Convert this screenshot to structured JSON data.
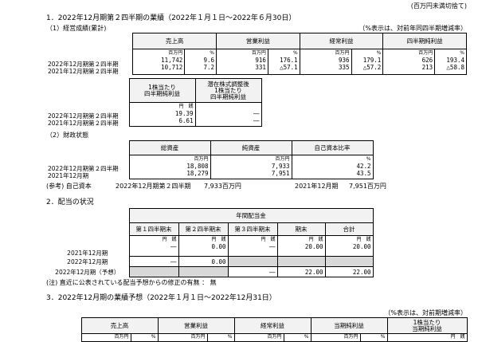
{
  "unit_note": "(百万円未満切捨て)",
  "section1": {
    "title": "1．2022年12月期第２四半期の業績（2022年１月１日～2022年６月30日）",
    "sub1": {
      "title": "（1）経営成績(累計)",
      "note": "（%表示は、対前年同四半期増減率）",
      "headers": [
        "売上高",
        "営業利益",
        "経常利益",
        "四半期純利益"
      ],
      "unit_yen": "百万円",
      "unit_pct": "%",
      "rows": [
        {
          "label": "2022年12月期第２四半期",
          "cells": [
            "11,742",
            "9.6",
            "916",
            "176.1",
            "936",
            "179.1",
            "626",
            "193.4"
          ]
        },
        {
          "label": "2021年12月期第２四半期",
          "cells": [
            "10,712",
            "7.2",
            "331",
            "△57.1",
            "335",
            "△57.2",
            "213",
            "△58.8"
          ]
        }
      ],
      "eps_headers": [
        "1株当たり\n四半期純利益",
        "潜在株式調整後\n1株当たり\n四半期純利益"
      ],
      "eps_unit_yen": "円",
      "eps_unit_sen": "銭",
      "eps_rows": [
        {
          "label": "2022年12月期第２四半期",
          "eps": "19.39",
          "diluted": "―"
        },
        {
          "label": "2021年12月期第２四半期",
          "eps": "6.61",
          "diluted": "―"
        }
      ]
    },
    "sub2": {
      "title": "（2）財政状態",
      "headers": [
        "総資産",
        "純資産",
        "自己資本比率"
      ],
      "unit_yen": "百万円",
      "unit_pct": "%",
      "rows": [
        {
          "label": "2022年12月期第２四半期",
          "cells": [
            "18,808",
            "7,933",
            "42.2"
          ]
        },
        {
          "label": "2021年12月期",
          "cells": [
            "18,279",
            "7,951",
            "43.5"
          ]
        }
      ],
      "ref_label": "(参考) 自己資本",
      "ref_item1": "2022年12月期第２四半期",
      "ref_value1": "7,933百万円",
      "ref_item2": "2021年12月期",
      "ref_value2": "7,951百万円"
    }
  },
  "section2": {
    "title": "2．配当の状況",
    "group_header": "年間配当金",
    "headers": [
      "第１四半期末",
      "第２四半期末",
      "第３四半期末",
      "期末",
      "合計"
    ],
    "unit_yen": "円",
    "unit_sen": "銭",
    "rows": [
      {
        "label": "2021年12月期",
        "cells": [
          "―",
          "0.00",
          "―",
          "20.00",
          "20.00"
        ]
      },
      {
        "label": "2022年12月期",
        "cells": [
          "―",
          "0.00",
          "",
          "",
          ""
        ]
      },
      {
        "label": "2022年12月期（予想）",
        "cells": [
          "",
          "",
          "―",
          "22.00",
          "22.00"
        ]
      }
    ],
    "note": "(注) 直近に公表されている配当予想からの修正の有無 ： 無"
  },
  "section3": {
    "title": "3．2022年12月期の業績予想（2022年１月１日～2022年12月31日）",
    "note": "（%表示は、対前期増減率）",
    "headers": [
      "売上高",
      "営業利益",
      "経常利益",
      "当期純利益",
      "1株当たり\n当期純利益"
    ],
    "unit_yen": "百万円",
    "unit_pct": "%",
    "unit_en": "円",
    "unit_sen": "銭"
  }
}
